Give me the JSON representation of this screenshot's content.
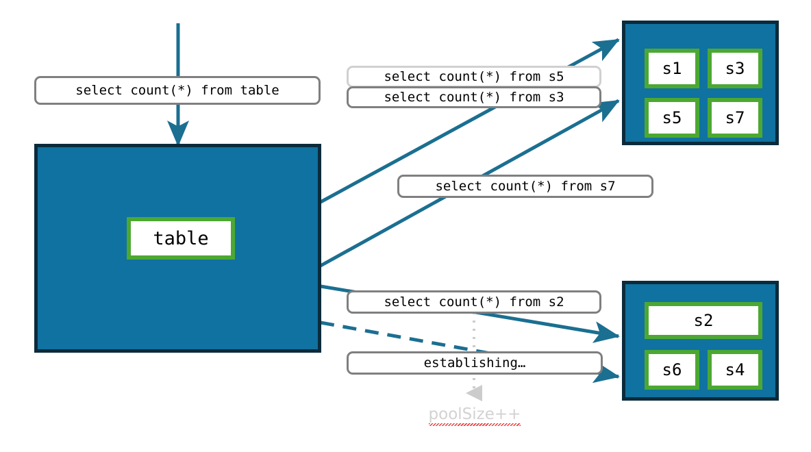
{
  "diagram": {
    "title": "connection-pool-query-routing",
    "colors": {
      "container_fill": "#1072a0",
      "container_border": "#0b2b3c",
      "node_border": "#4ca832",
      "node_fill": "#ffffff",
      "arrow": "#1b6f91",
      "pill_border": "#7f7f7f",
      "pill_border_ghost": "#d0d0d0",
      "annotation_text": "#d2d2d2",
      "spellcheck_underline": "#ef3a3a",
      "dotted_guide": "#cccccc"
    }
  },
  "source": {
    "container_name": "table-container",
    "node_label": "table",
    "incoming_query": "select count(*) from table"
  },
  "clusters": [
    {
      "name": "cluster-top",
      "nodes": [
        {
          "label": "s1"
        },
        {
          "label": "s3"
        },
        {
          "label": "s5"
        },
        {
          "label": "s7"
        }
      ]
    },
    {
      "name": "cluster-bottom",
      "nodes": [
        {
          "label": "s2"
        },
        {
          "label": "s6"
        },
        {
          "label": "s4"
        }
      ]
    }
  ],
  "queries": [
    {
      "id": "q-s5",
      "label": "select count(*) from s5",
      "style": "ghost"
    },
    {
      "id": "q-s3",
      "label": "select count(*) from s3",
      "style": "solid"
    },
    {
      "id": "q-s7",
      "label": "select count(*) from s7",
      "style": "solid"
    },
    {
      "id": "q-s2",
      "label": "select count(*) from s2",
      "style": "solid"
    },
    {
      "id": "q-establishing",
      "label": "establishing…",
      "style": "solid"
    }
  ],
  "annotations": {
    "pool_size": "poolSize++"
  }
}
